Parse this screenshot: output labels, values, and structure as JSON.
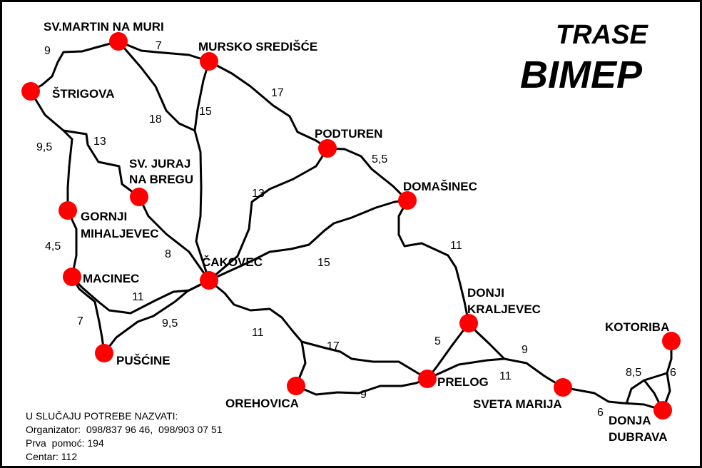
{
  "title": {
    "line1": "TRASE",
    "line2": "BIMEP"
  },
  "towns": [
    {
      "id": "sv-martin",
      "lines": [
        "SV.MARTIN NA MURI"
      ]
    },
    {
      "id": "mursko",
      "lines": [
        "MURSKO SREDIŠĆE"
      ]
    },
    {
      "id": "strigova",
      "lines": [
        "ŠTRIGOVA"
      ]
    },
    {
      "id": "podturen",
      "lines": [
        "PODTUREN"
      ]
    },
    {
      "id": "sv-juraj",
      "lines": [
        "SV. JURAJ",
        "NA BREGU"
      ]
    },
    {
      "id": "domasinec",
      "lines": [
        "DOMAŠINEC"
      ]
    },
    {
      "id": "gornji",
      "lines": [
        "GORNJI",
        "MIHALJEVEC"
      ]
    },
    {
      "id": "cakovec",
      "lines": [
        "ČAKOVEC"
      ]
    },
    {
      "id": "macinec",
      "lines": [
        "MACINEC"
      ]
    },
    {
      "id": "donji",
      "lines": [
        "DONJI",
        "KRALJEVEC"
      ]
    },
    {
      "id": "kotoriba",
      "lines": [
        "KOTORIBA"
      ]
    },
    {
      "id": "puscine",
      "lines": [
        "PUŠĆINE"
      ]
    },
    {
      "id": "prelog",
      "lines": [
        "PRELOG"
      ]
    },
    {
      "id": "orehovica",
      "lines": [
        "OREHOVICA"
      ]
    },
    {
      "id": "sv-marija",
      "lines": [
        "SVETA MARIJA"
      ]
    },
    {
      "id": "donja",
      "lines": [
        "DONJA",
        "DUBRAVA"
      ]
    }
  ],
  "distances": [
    "9",
    "7",
    "18",
    "15",
    "17",
    "13",
    "9,5",
    "13",
    "5,5",
    "4,5",
    "8",
    "11",
    "15",
    "11",
    "7",
    "9,5",
    "11",
    "17",
    "5",
    "9",
    "11",
    "9",
    "8,5",
    "6",
    "6"
  ],
  "info": {
    "line1": "U SLUČAJU POTREBE NAZVATI:",
    "line2": "Organizator:  098/837 96 46,  098/903 07 51",
    "line3": "Prva  pomoć: 194",
    "line4": "Centar: 112"
  }
}
